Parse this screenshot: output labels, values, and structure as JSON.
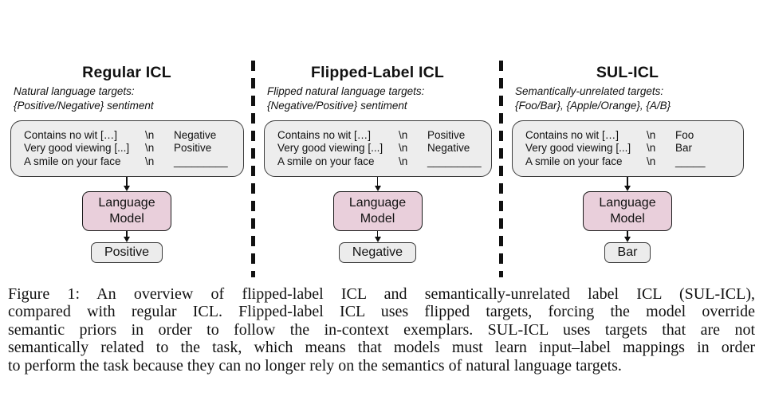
{
  "figure": {
    "panels": [
      {
        "title": "Regular ICL",
        "subtitle_line1": "Natural language targets:",
        "subtitle_line2": "{Positive/Negative} sentiment",
        "examples": [
          {
            "input": "Contains no wit […]",
            "sep": "\\n",
            "label": "Negative"
          },
          {
            "input": "Very good viewing [...]",
            "sep": "\\n",
            "label": "Positive"
          },
          {
            "input": "A smile on your face",
            "sep": "\\n",
            "label": "_________"
          }
        ],
        "model_label": "Language Model",
        "output_label": "Positive"
      },
      {
        "title": "Flipped-Label ICL",
        "subtitle_line1": "Flipped natural language targets:",
        "subtitle_line2": "{Negative/Positive} sentiment",
        "examples": [
          {
            "input": "Contains no wit […]",
            "sep": "\\n",
            "label": "Positive"
          },
          {
            "input": "Very good viewing [...]",
            "sep": "\\n",
            "label": "Negative"
          },
          {
            "input": "A smile on your face",
            "sep": "\\n",
            "label": "_________"
          }
        ],
        "model_label": "Language Model",
        "output_label": "Negative"
      },
      {
        "title": "SUL-ICL",
        "subtitle_line1": "Semantically-unrelated targets:",
        "subtitle_line2": "{Foo/Bar}, {Apple/Orange}, {A/B}",
        "examples": [
          {
            "input": "Contains no wit […]",
            "sep": "\\n",
            "label": "Foo"
          },
          {
            "input": "Very good viewing [...]",
            "sep": "\\n",
            "label": "Bar"
          },
          {
            "input": "A smile on your face",
            "sep": "\\n",
            "label": "_____"
          }
        ],
        "model_label": "Language Model",
        "output_label": "Bar"
      }
    ]
  },
  "caption": {
    "lines": [
      "Figure 1: An overview of flipped-label ICL and semantically-unrelated label ICL (SUL-ICL),",
      "compared with regular ICL. Flipped-label ICL uses flipped targets, forcing the model override",
      "semantic priors in order to follow the in-context exemplars. SUL-ICL uses targets that are not",
      "semantically related to the task, which means that models must learn input–label mappings in order",
      "to perform the task because they can no longer rely on the semantics of natural language targets."
    ]
  },
  "colors": {
    "model_box_fill": "#e9cfdb",
    "model_box_border": "#1a1a1a",
    "example_box_fill": "#ededed",
    "example_box_border": "#3c3c3c",
    "output_box_fill": "#ececec",
    "divider_color": "#111111",
    "text_color": "#111111"
  }
}
